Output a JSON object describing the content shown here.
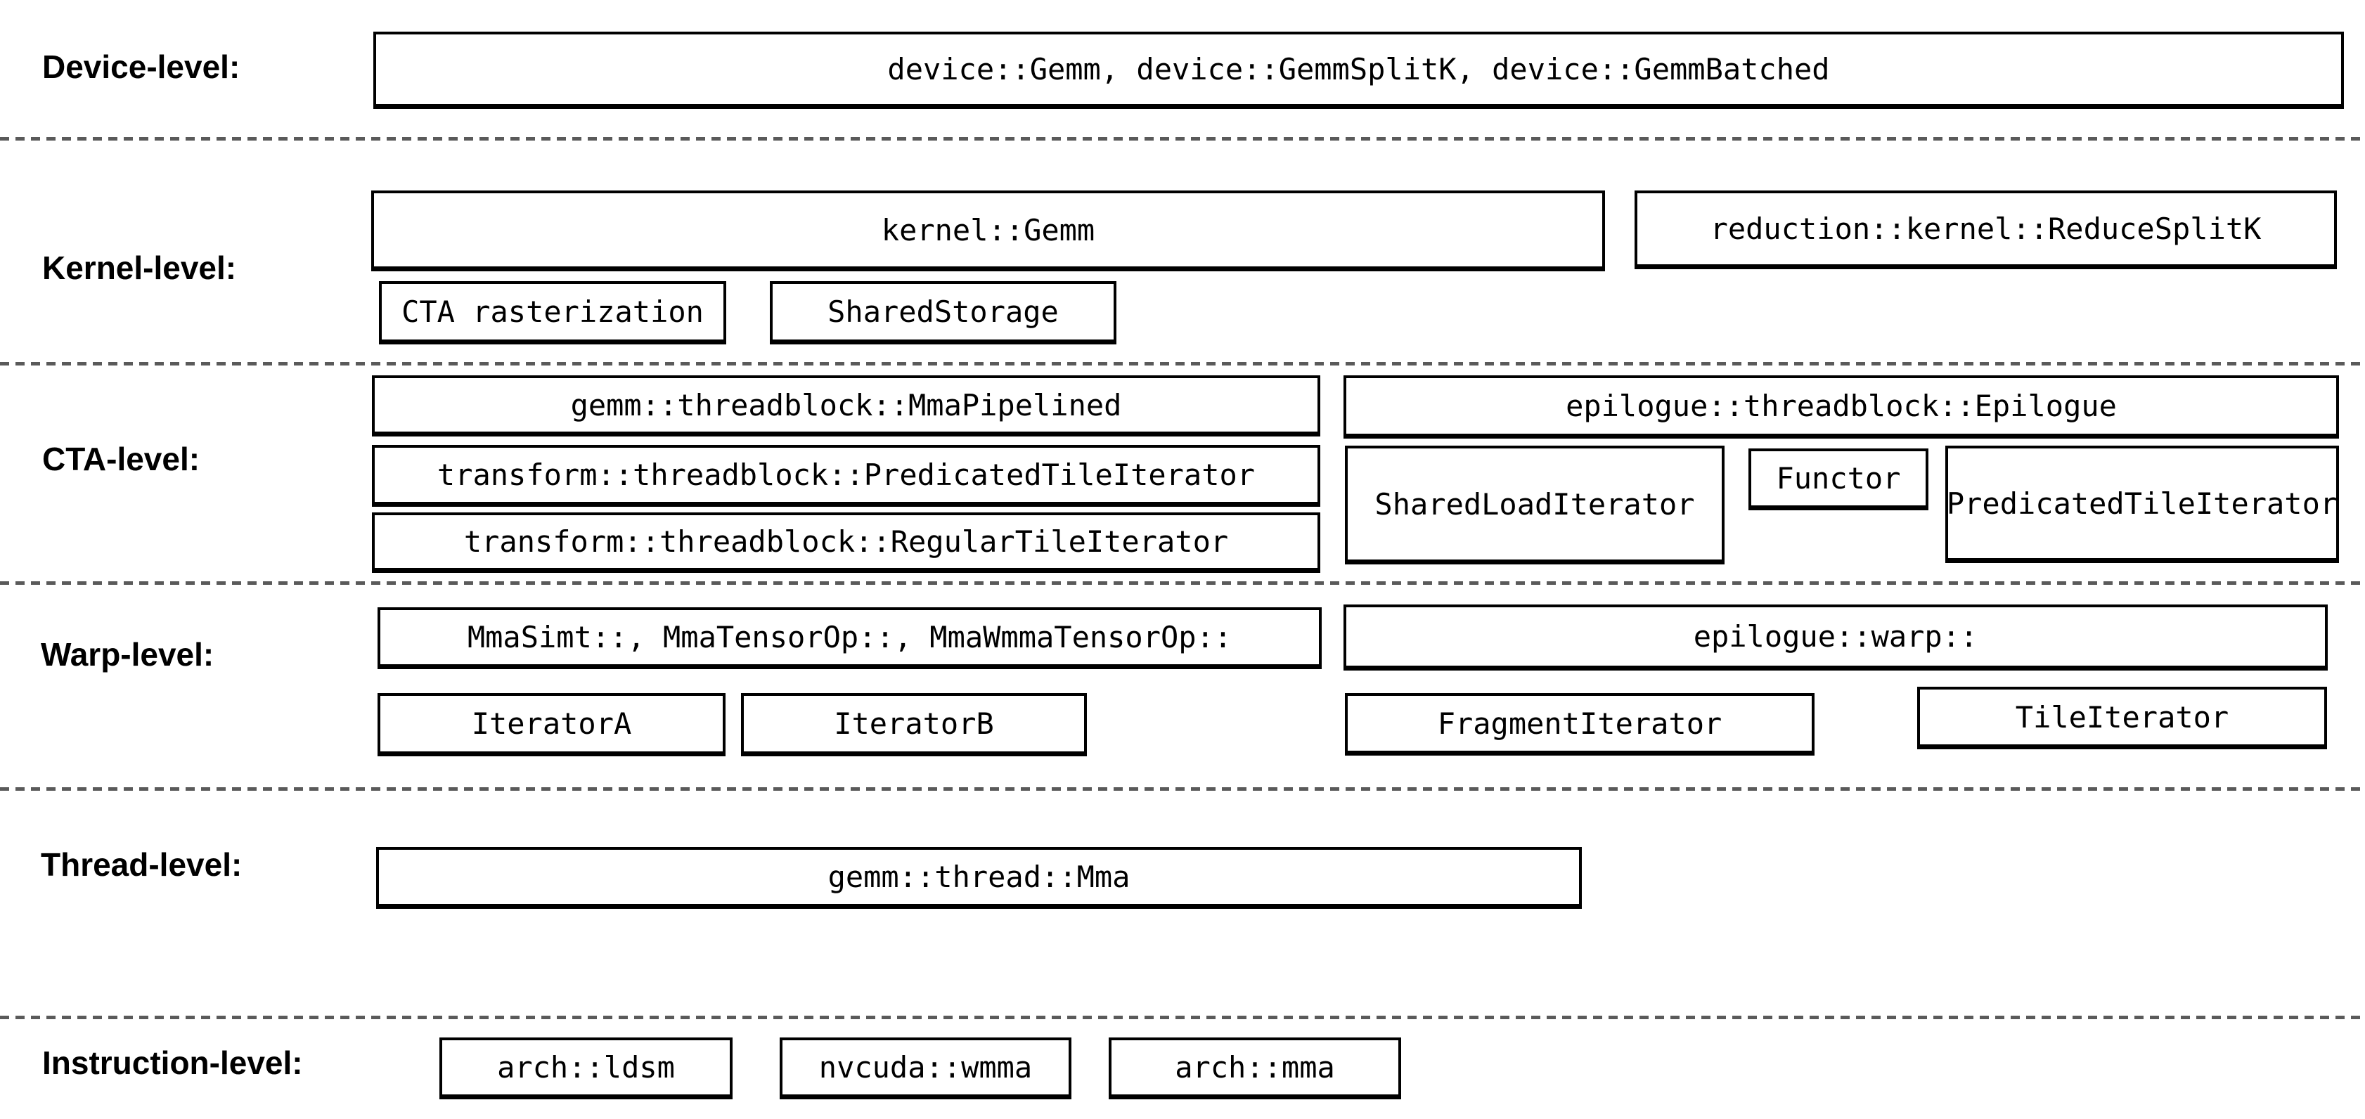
{
  "diagram_title": "CUTLASS GEMM component hierarchy",
  "labels": {
    "device": "Device-level:",
    "kernel": "Kernel-level:",
    "cta": "CTA-level:",
    "warp": "Warp-level:",
    "thread": "Thread-level:",
    "instruction": "Instruction-level:"
  },
  "boxes": {
    "device_classes": "device::Gemm, device::GemmSplitK, device::GemmBatched",
    "kernel_gemm": "kernel::Gemm",
    "reduce_split_k": "reduction::kernel::ReduceSplitK",
    "cta_rasterization": "CTA rasterization",
    "shared_storage": "SharedStorage",
    "mma_pipelined": "gemm::threadblock::MmaPipelined",
    "predicated_tile_iterator_transform": "transform::threadblock::PredicatedTileIterator",
    "regular_tile_iterator": "transform::threadblock::RegularTileIterator",
    "epilogue_threadblock": "epilogue::threadblock::Epilogue",
    "shared_load_iterator": "SharedLoadIterator",
    "functor": "Functor",
    "predicated_tile_iterator_epilogue": "PredicatedTileIterator",
    "warp_mma_variants": "MmaSimt::, MmaTensorOp::, MmaWmmaTensorOp::",
    "epilogue_warp": "epilogue::warp::",
    "iterator_a": "IteratorA",
    "iterator_b": "IteratorB",
    "fragment_iterator": "FragmentIterator",
    "tile_iterator": "TileIterator",
    "thread_mma": "gemm::thread::Mma",
    "arch_ldsm": "arch::ldsm",
    "nvcuda_wmma": "nvcuda::wmma",
    "arch_mma": "arch::mma"
  },
  "colors": {
    "background": "#ffffff",
    "box_border": "#000000",
    "text": "#000000",
    "separator_dash": "#5a5a5a"
  }
}
